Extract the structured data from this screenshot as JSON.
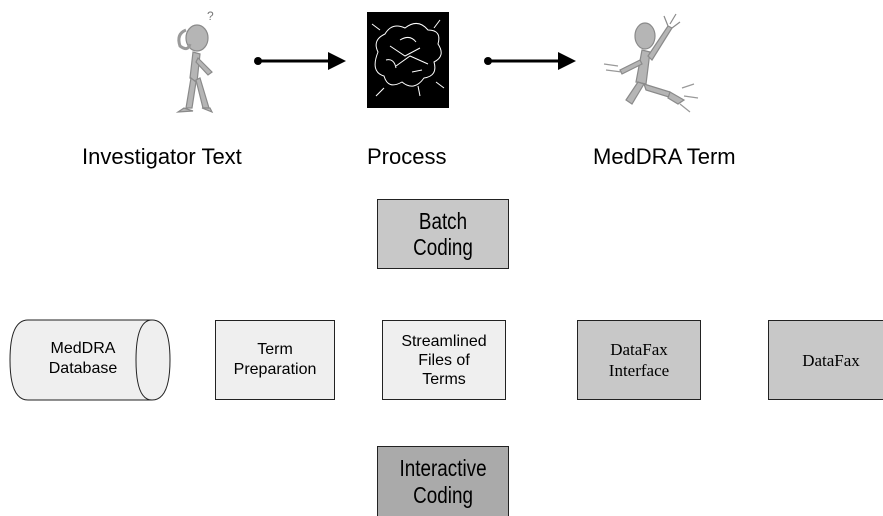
{
  "top_row": {
    "captions": {
      "investigator": "Investigator Text",
      "process": "Process",
      "meddra_term": "MedDRA Term"
    }
  },
  "nodes": {
    "batch_coding": "Batch Coding",
    "meddra_database": "MedDRA\nDatabase",
    "term_preparation": "Term\nPreparation",
    "streamlined_files": "Streamlined\nFiles of\nTerms",
    "datafax_interface": "DataFax\nInterface",
    "datafax": "DataFax",
    "interactive_coding": "Interactive\nCoding"
  },
  "icons": [
    "confused-stick-figure-icon",
    "explosion-burst-icon",
    "jumping-stick-figure-icon"
  ]
}
